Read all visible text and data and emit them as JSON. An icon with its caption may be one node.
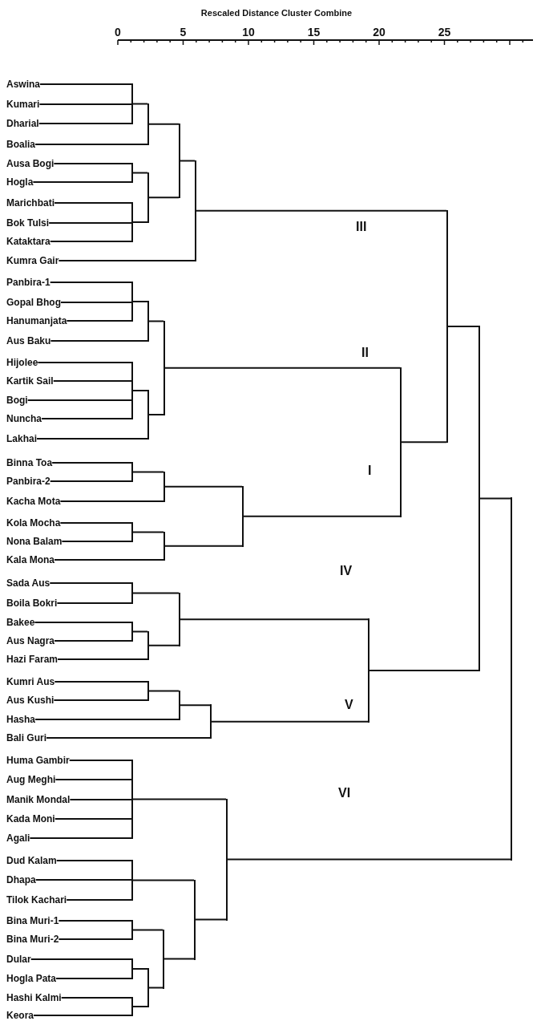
{
  "diagram": {
    "nodes": [
      {
        "text": [
          "Aswina"
        ]
      },
      {
        "text": [
          "Kumari"
        ]
      },
      {
        "text": [
          "Dharial"
        ]
      },
      {
        "text": [
          "Boalia"
        ]
      },
      {
        "text": [
          "Ausa Bogi"
        ]
      },
      {
        "text": [
          "Hogla"
        ]
      },
      {
        "text": [
          "Marichbati"
        ]
      },
      {
        "text": [
          "Bok Tulsi"
        ]
      },
      {
        "text": [
          "Kataktara"
        ]
      },
      {
        "text": [
          "Kumra Gair"
        ]
      },
      {
        "text": [
          "Panbira-1"
        ]
      },
      {
        "text": [
          "Gopal Bhog"
        ]
      },
      {
        "text": [
          "Hanumanjata"
        ]
      },
      {
        "text": [
          "Aus Baku"
        ]
      },
      {
        "text": [
          "Hijolee"
        ]
      },
      {
        "text": [
          "Kartik Sail"
        ]
      },
      {
        "text": [
          "Bogi"
        ]
      },
      {
        "text": [
          "Nuncha"
        ]
      },
      {
        "text": [
          "Lakhai"
        ]
      },
      {
        "text": [
          "Binna Toa"
        ]
      },
      {
        "text": [
          "Panbira-2"
        ]
      },
      {
        "text": [
          "Kacha Mota"
        ]
      },
      {
        "text": [
          "Kola Mocha"
        ]
      },
      {
        "text": [
          "Nona Balam"
        ]
      },
      {
        "text": [
          "Kala Mona"
        ]
      },
      {
        "text": [
          "Sada Aus"
        ]
      },
      {
        "text": [
          "Boila Bokri"
        ]
      },
      {
        "text": [
          "Bakee"
        ]
      },
      {
        "text": [
          "Aus Nagra"
        ]
      },
      {
        "text": [
          "Hazi Faram"
        ]
      },
      {
        "text": [
          "Kumri Aus"
        ]
      },
      {
        "text": [
          "Aus Kushi"
        ]
      },
      {
        "text": [
          "Hasha"
        ]
      },
      {
        "text": [
          "Bali Guri"
        ]
      },
      {
        "text": [
          "Huma Gambir"
        ]
      },
      {
        "text": [
          "Aug Meghi"
        ]
      },
      {
        "text": [
          "Manik Mondal"
        ]
      },
      {
        "text": [
          "Kada Moni"
        ]
      },
      {
        "text": [
          "Agali"
        ]
      },
      {
        "text": [
          "Dud Kalam"
        ]
      },
      {
        "text": [
          "Dhapa"
        ]
      },
      {
        "text": [
          "Tilok Kachari"
        ]
      },
      {
        "text": [
          "Bina Muri-1"
        ]
      },
      {
        "text": [
          "Bina Muri-2"
        ]
      },
      {
        "text": [
          "Dular"
        ]
      },
      {
        "text": [
          "Hogla Pata"
        ]
      },
      {
        "text": [
          "Hashi Kalmi"
        ]
      },
      {
        "text": [
          "Keora"
        ]
      },
      {
        "text": [],
        "shape": "bar"
      },
      {
        "text": [],
        "shape": "bar"
      },
      {
        "text": [],
        "shape": "bar"
      },
      {
        "text": [],
        "shape": "bar"
      },
      {
        "text": [],
        "shape": "bar"
      },
      {
        "text": [],
        "shape": "bar"
      },
      {
        "text": [],
        "shape": "bar"
      },
      {
        "text": [],
        "shape": "bar"
      },
      {
        "text": [],
        "shape": "bar"
      },
      {
        "text": [],
        "shape": "bar"
      },
      {
        "text": [],
        "shape": "bar"
      },
      {
        "text": [],
        "shape": "bar"
      },
      {
        "text": [],
        "shape": "bar"
      },
      {
        "text": [],
        "shape": "bar"
      },
      {
        "text": [],
        "shape": "bar"
      },
      {
        "text": [],
        "shape": "bar"
      },
      {
        "text": [],
        "shape": "bar"
      },
      {
        "text": [],
        "shape": "bar"
      },
      {
        "text": [],
        "shape": "bar"
      },
      {
        "text": [],
        "shape": "bar"
      },
      {
        "text": [],
        "shape": "bar"
      },
      {
        "text": [],
        "shape": "bar"
      },
      {
        "text": [],
        "shape": "bar"
      },
      {
        "text": [],
        "shape": "bar"
      },
      {
        "text": [],
        "shape": "bar"
      },
      {
        "text": [],
        "shape": "bar"
      },
      {
        "text": [],
        "shape": "bar"
      },
      {
        "text": [],
        "shape": "bar"
      },
      {
        "text": [],
        "shape": "bar"
      },
      {
        "text": [],
        "shape": "bar"
      },
      {
        "text": [],
        "shape": "bar"
      },
      {
        "text": [],
        "shape": "bar"
      },
      {
        "text": [],
        "shape": "bar"
      },
      {
        "text": [],
        "shape": "bar"
      },
      {
        "text": [],
        "shape": "bar"
      },
      {
        "text": [],
        "shape": "bar"
      },
      {
        "text": [],
        "shape": "bar"
      },
      {
        "text": [],
        "shape": "bar"
      }
    ],
    "edges": [
      {
        "from": 0,
        "to": 48,
        "arrow": "none"
      },
      {
        "from": 1,
        "to": 48,
        "arrow": "none"
      },
      {
        "from": 2,
        "to": 48,
        "arrow": "none"
      },
      {
        "from": 48,
        "to": 49,
        "arrow": "none"
      },
      {
        "from": 3,
        "to": 49,
        "arrow": "none"
      },
      {
        "from": 4,
        "to": 50,
        "arrow": "none"
      },
      {
        "from": 5,
        "to": 50,
        "arrow": "none"
      },
      {
        "from": 6,
        "to": 51,
        "arrow": "none"
      },
      {
        "from": 7,
        "to": 51,
        "arrow": "none"
      },
      {
        "from": 8,
        "to": 51,
        "arrow": "none"
      },
      {
        "from": 50,
        "to": 52,
        "arrow": "none"
      },
      {
        "from": 51,
        "to": 52,
        "arrow": "none"
      },
      {
        "from": 49,
        "to": 53,
        "arrow": "none"
      },
      {
        "from": 52,
        "to": 53,
        "arrow": "none"
      },
      {
        "from": 53,
        "to": 54,
        "arrow": "none"
      },
      {
        "from": 9,
        "to": 54,
        "arrow": "none"
      },
      {
        "from": 10,
        "to": 55,
        "arrow": "none"
      },
      {
        "from": 11,
        "to": 55,
        "arrow": "none"
      },
      {
        "from": 12,
        "to": 55,
        "arrow": "none"
      },
      {
        "from": 55,
        "to": 56,
        "arrow": "none"
      },
      {
        "from": 13,
        "to": 56,
        "arrow": "none"
      },
      {
        "from": 14,
        "to": 57,
        "arrow": "none"
      },
      {
        "from": 15,
        "to": 57,
        "arrow": "none"
      },
      {
        "from": 16,
        "to": 57,
        "arrow": "none"
      },
      {
        "from": 17,
        "to": 57,
        "arrow": "none"
      },
      {
        "from": 57,
        "to": 58,
        "arrow": "none"
      },
      {
        "from": 18,
        "to": 58,
        "arrow": "none"
      },
      {
        "from": 56,
        "to": 59,
        "arrow": "none"
      },
      {
        "from": 58,
        "to": 59,
        "arrow": "none"
      },
      {
        "from": 19,
        "to": 60,
        "arrow": "none"
      },
      {
        "from": 20,
        "to": 60,
        "arrow": "none"
      },
      {
        "from": 60,
        "to": 61,
        "arrow": "none"
      },
      {
        "from": 21,
        "to": 61,
        "arrow": "none"
      },
      {
        "from": 22,
        "to": 62,
        "arrow": "none"
      },
      {
        "from": 23,
        "to": 62,
        "arrow": "none"
      },
      {
        "from": 62,
        "to": 63,
        "arrow": "none"
      },
      {
        "from": 24,
        "to": 63,
        "arrow": "none"
      },
      {
        "from": 61,
        "to": 64,
        "arrow": "none"
      },
      {
        "from": 63,
        "to": 64,
        "arrow": "none"
      },
      {
        "from": 59,
        "to": 65,
        "arrow": "none"
      },
      {
        "from": 64,
        "to": 65,
        "arrow": "none"
      },
      {
        "from": 54,
        "to": 66,
        "arrow": "none"
      },
      {
        "from": 65,
        "to": 66,
        "arrow": "none"
      },
      {
        "from": 25,
        "to": 67,
        "arrow": "none"
      },
      {
        "from": 26,
        "to": 67,
        "arrow": "none"
      },
      {
        "from": 27,
        "to": 68,
        "arrow": "none"
      },
      {
        "from": 28,
        "to": 68,
        "arrow": "none"
      },
      {
        "from": 68,
        "to": 69,
        "arrow": "none"
      },
      {
        "from": 29,
        "to": 69,
        "arrow": "none"
      },
      {
        "from": 67,
        "to": 70,
        "arrow": "none"
      },
      {
        "from": 69,
        "to": 70,
        "arrow": "none"
      },
      {
        "from": 30,
        "to": 71,
        "arrow": "none"
      },
      {
        "from": 31,
        "to": 71,
        "arrow": "none"
      },
      {
        "from": 71,
        "to": 72,
        "arrow": "none"
      },
      {
        "from": 32,
        "to": 72,
        "arrow": "none"
      },
      {
        "from": 72,
        "to": 73,
        "arrow": "none"
      },
      {
        "from": 33,
        "to": 73,
        "arrow": "none"
      },
      {
        "from": 70,
        "to": 74,
        "arrow": "none"
      },
      {
        "from": 73,
        "to": 74,
        "arrow": "none"
      },
      {
        "from": 66,
        "to": 75,
        "arrow": "none"
      },
      {
        "from": 74,
        "to": 75,
        "arrow": "none"
      },
      {
        "from": 34,
        "to": 76,
        "arrow": "none"
      },
      {
        "from": 35,
        "to": 76,
        "arrow": "none"
      },
      {
        "from": 36,
        "to": 76,
        "arrow": "none"
      },
      {
        "from": 37,
        "to": 76,
        "arrow": "none"
      },
      {
        "from": 38,
        "to": 76,
        "arrow": "none"
      },
      {
        "from": 39,
        "to": 77,
        "arrow": "none"
      },
      {
        "from": 40,
        "to": 77,
        "arrow": "none"
      },
      {
        "from": 41,
        "to": 77,
        "arrow": "none"
      },
      {
        "from": 42,
        "to": 78,
        "arrow": "none"
      },
      {
        "from": 43,
        "to": 78,
        "arrow": "none"
      },
      {
        "from": 44,
        "to": 79,
        "arrow": "none"
      },
      {
        "from": 45,
        "to": 79,
        "arrow": "none"
      },
      {
        "from": 46,
        "to": 80,
        "arrow": "none"
      },
      {
        "from": 47,
        "to": 80,
        "arrow": "none"
      },
      {
        "from": 79,
        "to": 81,
        "arrow": "none"
      },
      {
        "from": 80,
        "to": 81,
        "arrow": "none"
      },
      {
        "from": 78,
        "to": 82,
        "arrow": "none"
      },
      {
        "from": 81,
        "to": 82,
        "arrow": "none"
      },
      {
        "from": 77,
        "to": 83,
        "arrow": "none"
      },
      {
        "from": 82,
        "to": 83,
        "arrow": "none"
      },
      {
        "from": 76,
        "to": 84,
        "arrow": "none"
      },
      {
        "from": 83,
        "to": 84,
        "arrow": "none"
      },
      {
        "from": 75,
        "to": 85,
        "arrow": "none"
      },
      {
        "from": 84,
        "to": 85,
        "arrow": "none"
      }
    ],
    "labels": [
      "Rescaled Distance Cluster Combine",
      "0",
      "5",
      "10",
      "15",
      "20",
      "25",
      "III",
      "II",
      "I",
      "IV",
      "V",
      "VI"
    ]
  }
}
